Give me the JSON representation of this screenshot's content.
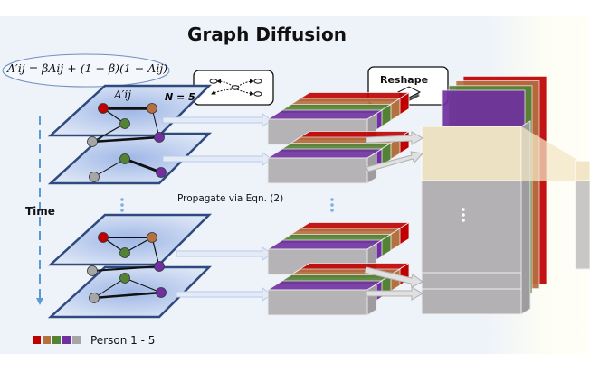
{
  "title": "Graph Diffusion",
  "equation": "A′ij = βAij + (1 − β)(1 − Aij)",
  "plane_labels": {
    "edge_label": "A′ij",
    "n_label": "N = 5"
  },
  "time_label": "Time",
  "propagate_label": "Propagate via Eqn. (2)",
  "reshape_label": "Reshape",
  "legend": {
    "text": "Person 1 - 5",
    "colors": [
      "#c00000",
      "#b5703f",
      "#548235",
      "#7030a0",
      "#a6a6a6"
    ]
  },
  "icons": {
    "graph_op_icon": "dotted-arrow-graph-icon",
    "reshape_icon": "stacked-layers-icon",
    "vertical_ellipsis": "⋮"
  },
  "colors": {
    "panel_bg": "#eef2f9",
    "plane_fill": "#b4c7e7",
    "plane_border": "#2f4a7f",
    "highlight": "#f2e6c6",
    "time_axis": "#5b9bd5"
  }
}
